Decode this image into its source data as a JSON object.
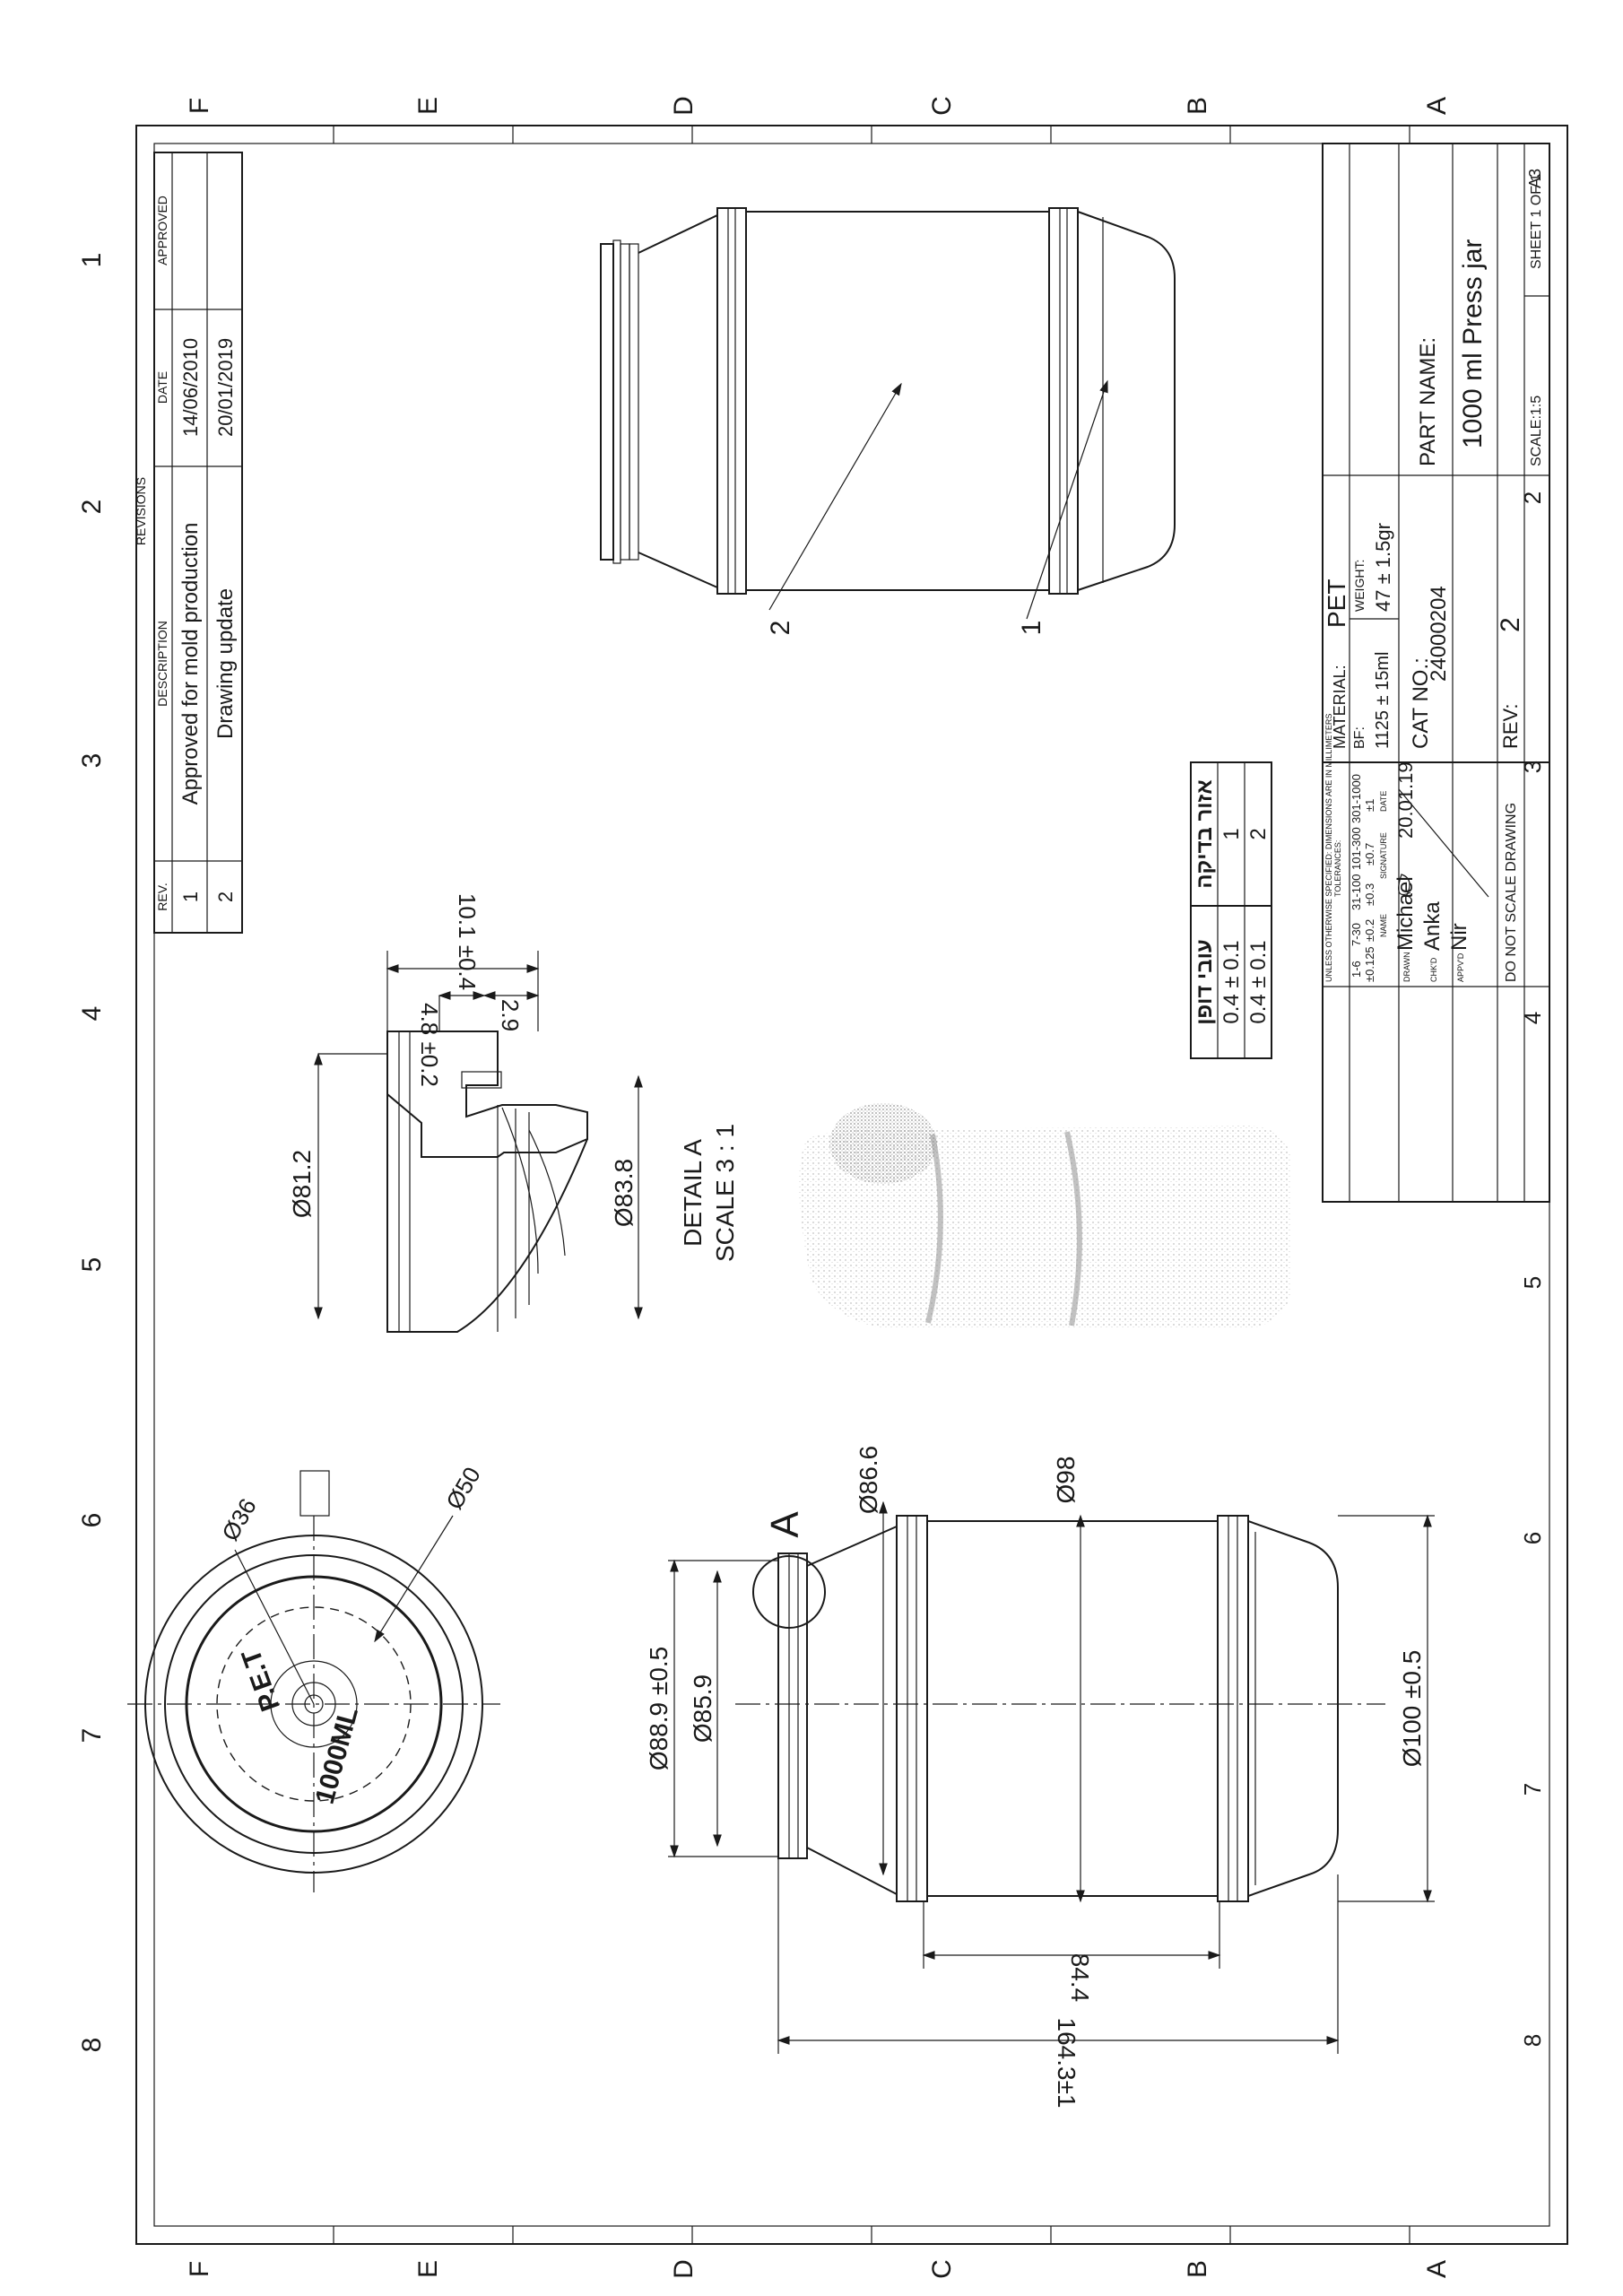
{
  "zones": {
    "top_numbers": [
      "8",
      "7",
      "6",
      "5",
      "4",
      "3",
      "2",
      "1"
    ],
    "bottom_numbers": [
      "8",
      "7",
      "6",
      "5",
      "4",
      "3",
      "2"
    ],
    "letters": [
      "F",
      "E",
      "D",
      "C",
      "B",
      "A"
    ]
  },
  "revisions": {
    "title": "REVISIONS",
    "headers": {
      "rev": "REV.",
      "description": "DESCRIPTION",
      "date": "DATE",
      "approved": "APPROVED"
    },
    "rows": [
      {
        "rev": "1",
        "description": "Approved for mold production",
        "date": "14/06/2010",
        "approved": ""
      },
      {
        "rev": "2",
        "description": "Drawing update",
        "date": "20/01/2019",
        "approved": ""
      }
    ]
  },
  "inspection_table": {
    "headers": {
      "thickness": "עובי דופן",
      "zone": "אזור בדיקה"
    },
    "rows": [
      {
        "thickness": "0.4 ± 0.1",
        "zone": "1"
      },
      {
        "thickness": "0.4 ± 0.1",
        "zone": "2"
      }
    ]
  },
  "callouts": {
    "c1": "1",
    "c2": "2"
  },
  "detail": {
    "title": "DETAIL A",
    "scale": "SCALE 3 : 1",
    "dims": {
      "d812": "Ø81.2",
      "d838": "Ø83.8",
      "h101": "10.1 ±0.4",
      "h48": "4.8 ±0.2",
      "h29": "2.9"
    }
  },
  "top_view": {
    "dims": {
      "d36": "Ø36",
      "d50": "Ø50"
    },
    "emboss": {
      "pet": "P.E.T",
      "volume": "1000ML"
    }
  },
  "front_view": {
    "detail_label": "A",
    "dims": {
      "d866": "Ø86.6",
      "d98": "Ø98",
      "d889": "Ø88.9 ±0.5",
      "d859": "Ø85.9",
      "d100": "Ø100 ±0.5",
      "h844": "84.4",
      "h1643": "164.3±1"
    }
  },
  "title_block": {
    "note": "UNLESS OTHERWISE SPECIFIED: DIMENSIONS ARE IN MILLIMETERS",
    "tolerances_label": "TOLERANCES:",
    "tol_ranges": [
      "1-6",
      "7-30",
      "31-100",
      "101-300",
      "301-1000"
    ],
    "tol_values": [
      "±0.125",
      "±0.2",
      "±0.3",
      "±0.7",
      "±1"
    ],
    "col_name": "NAME",
    "col_signature": "SIGNATURE",
    "col_date": "DATE",
    "drawn_label": "DRAWN",
    "drawn_name": "Michael",
    "drawn_date": "20.01.19",
    "chkd_label": "CHK'D",
    "chkd_name": "Anka",
    "appvd_label": "APPV'D",
    "appvd_name": "Nir",
    "do_not_scale": "DO NOT SCALE DRAWING",
    "material_label": "MATERIAL:",
    "material": "PET",
    "bf_label": "BF:",
    "bf": "1125 ± 15ml",
    "weight_label": "WEIGHT:",
    "weight": "47 ± 1.5gr",
    "cat_label": "CAT NO.:",
    "cat_no": "24000204",
    "rev_label": "REV:",
    "rev": "2",
    "part_name_label": "PART NAME:",
    "part_name": "1000 ml Press jar",
    "scale": "SCALE:1:5",
    "sheet": "SHEET 1 OF 1",
    "size": "A3"
  },
  "colors": {
    "ink": "#1a1a1a",
    "paper": "#ffffff",
    "hatch": "#1a1a1a",
    "photo": "#9a9a9a"
  }
}
